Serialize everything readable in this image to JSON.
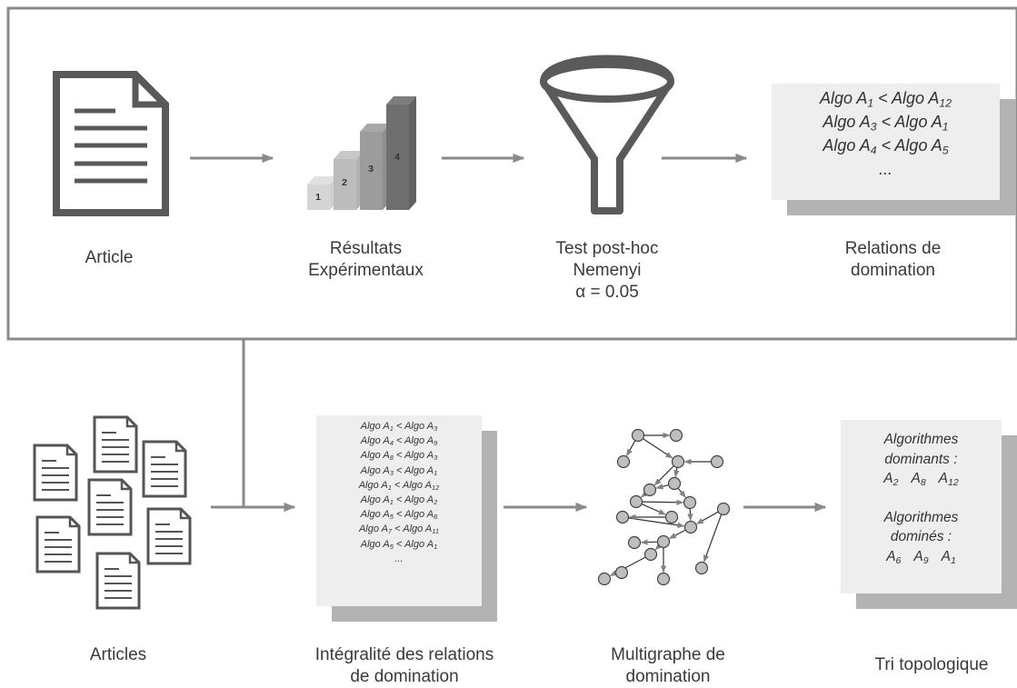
{
  "stage_labels": {
    "article": "Article",
    "resultats": [
      "Résultats",
      "Expérimentaux"
    ],
    "test": [
      "Test post-hoc",
      "Nemenyi",
      "α = 0.05"
    ],
    "relations": [
      "Relations de",
      "domination"
    ],
    "articles": "Articles",
    "integralite": [
      "Intégralité des relations",
      "de domination"
    ],
    "multigraphe": [
      "Multigraphe de",
      "domination"
    ],
    "tri": "Tri topologique"
  },
  "podium_steps": [
    "1",
    "2",
    "3",
    "4"
  ],
  "relations_example": [
    {
      "a": "1",
      "b": "12"
    },
    {
      "a": "3",
      "b": "1"
    },
    {
      "a": "4",
      "b": "5"
    }
  ],
  "relations_all": [
    {
      "a": "1",
      "b": "3"
    },
    {
      "a": "4",
      "b": "9"
    },
    {
      "a": "8",
      "b": "3"
    },
    {
      "a": "3",
      "b": "1"
    },
    {
      "a": "1",
      "b": "12"
    },
    {
      "a": "1",
      "b": "2"
    },
    {
      "a": "5",
      "b": "8"
    },
    {
      "a": "7",
      "b": "11"
    },
    {
      "a": "5",
      "b": "1"
    }
  ],
  "relation_word": "Algo A",
  "relation_sep": " < ",
  "ellipsis": "...",
  "topo_result": {
    "dominants_title": [
      "Algorithmes",
      "dominants :"
    ],
    "dominants": [
      "2",
      "8",
      "12"
    ],
    "domines_title": [
      "Algorithmes",
      "dominés :"
    ],
    "domines": [
      "6",
      "9",
      "1"
    ],
    "prefix": "A"
  }
}
